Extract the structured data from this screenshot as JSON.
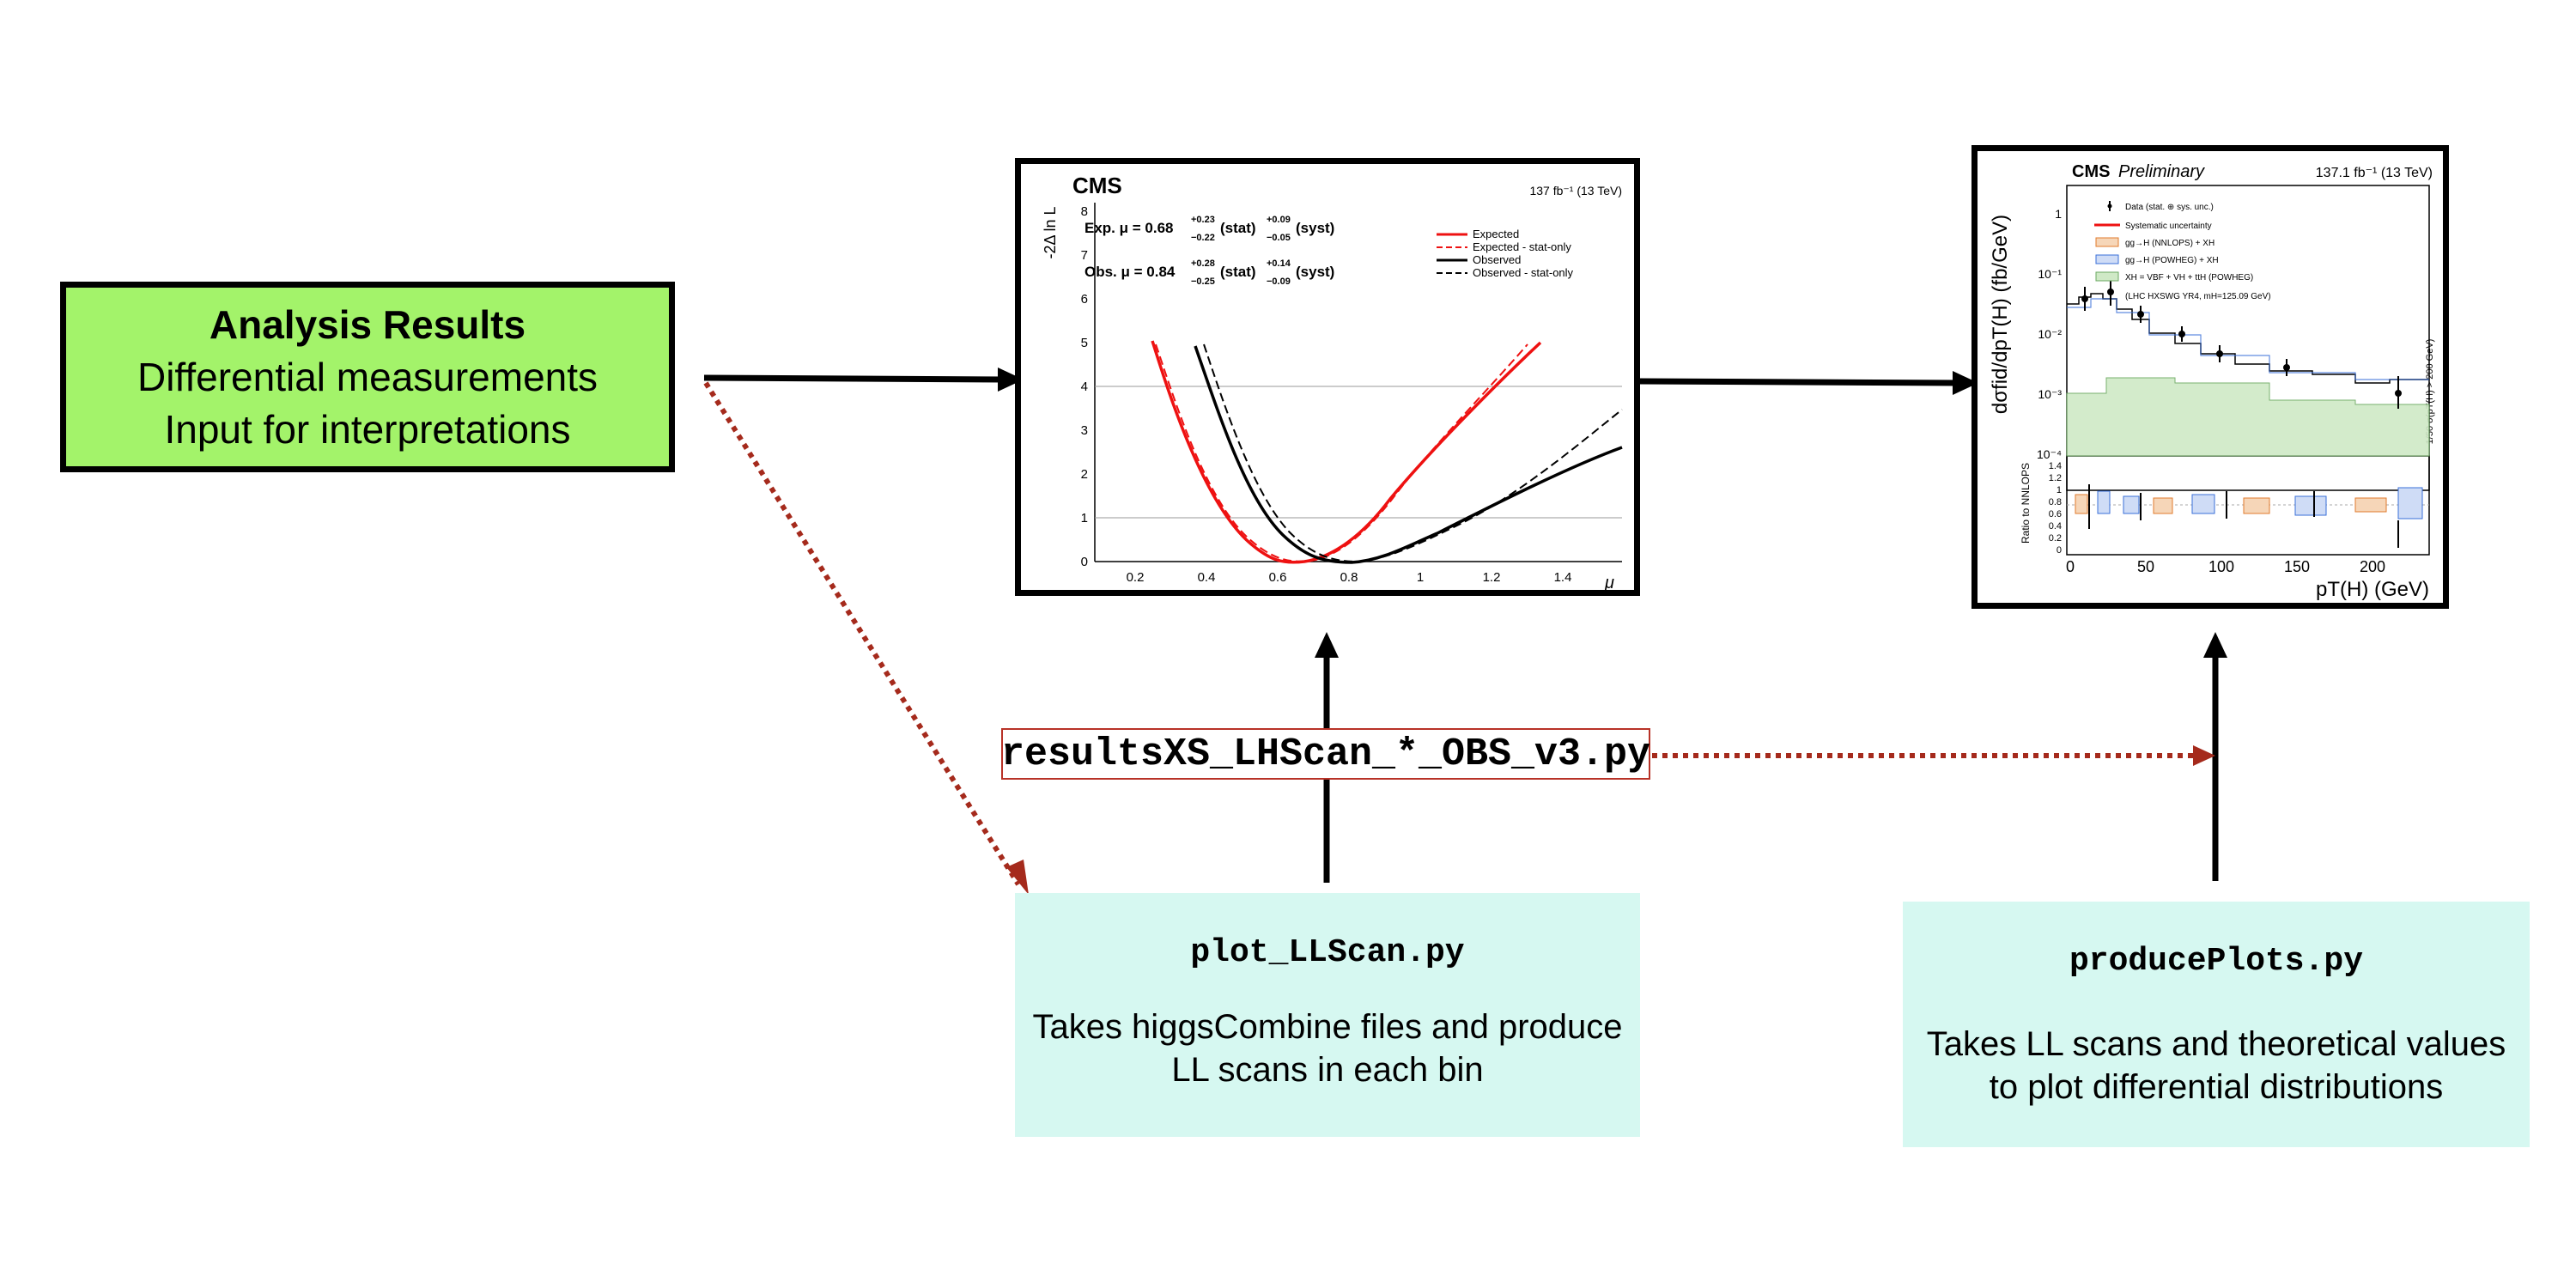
{
  "analysis": {
    "title": "Analysis Results",
    "line2": "Differential measurements",
    "line3": "Input for interpretations"
  },
  "scan_plot": {
    "experiment": "CMS",
    "lumi": "137 fb⁻¹ (13 TeV)",
    "ylabel": "-2Δ ln L",
    "xlabel": "μ",
    "exp_result": {
      "prefix": "Exp. μ = 0.68",
      "up": "+0.23",
      "down": "−0.22",
      "stat": "(stat)",
      "sup": "+0.09",
      "sdown": "−0.05",
      "syst": "(syst)"
    },
    "obs_result": {
      "prefix": "Obs. μ = 0.84",
      "up": "+0.28",
      "down": "−0.25",
      "stat": "(stat)",
      "sup": "+0.14",
      "sdown": "−0.09",
      "syst": "(syst)"
    },
    "legend": [
      "Expected",
      "Expected - stat-only",
      "Observed",
      "Observed - stat-only"
    ],
    "x_ticks": [
      "0.2",
      "0.4",
      "0.6",
      "0.8",
      "1",
      "1.2",
      "1.4"
    ],
    "y_ticks": [
      "0",
      "1",
      "2",
      "3",
      "4",
      "5",
      "6",
      "7",
      "8"
    ]
  },
  "diff_plot": {
    "experiment": "CMS",
    "tag": "Preliminary",
    "lumi": "137.1 fb⁻¹ (13 TeV)",
    "ylabel": "dσfid/dpT(H) (fb/GeV)",
    "ratio_label": "Ratio to NNLOPS",
    "xlabel": "pT(H) (GeV)",
    "side_label": "1/50 σ(pT(H) > 200 GeV)",
    "legend": [
      "Data (stat. ⊕ sys. unc.)",
      "Systematic uncertainty",
      "gg→H (NNLOPS) + XH",
      "gg→H (POWHEG) + XH",
      "XH = VBF + VH + ttH (POWHEG)",
      "(LHC HXSWG YR4, mH=125.09 GeV)"
    ],
    "y_ticks": [
      "1",
      "10⁻¹",
      "10⁻²",
      "10⁻³",
      "10⁻⁴"
    ],
    "ratio_ticks": [
      "1.4",
      "1.2",
      "1",
      "0.8",
      "0.6",
      "0.4",
      "0.2",
      "0"
    ],
    "x_ticks": [
      "0",
      "50",
      "100",
      "150",
      "200"
    ]
  },
  "results_script": "resultsXS_LHScan_*_OBS_v3.py",
  "plot_ll": {
    "name": "plot_LLScan.py",
    "desc1": "Takes higgsCombine files and produce",
    "desc2": "LL scans in each bin"
  },
  "produce": {
    "name": "producePlots.py",
    "desc1": "Takes LL scans and theoretical values",
    "desc2": "to plot differential distributions"
  },
  "colors": {
    "box_green": "#a3f36a",
    "script_bg": "#d6f8f1",
    "dotted_arrow": "#a52a1c",
    "expected": "#ee1111"
  }
}
